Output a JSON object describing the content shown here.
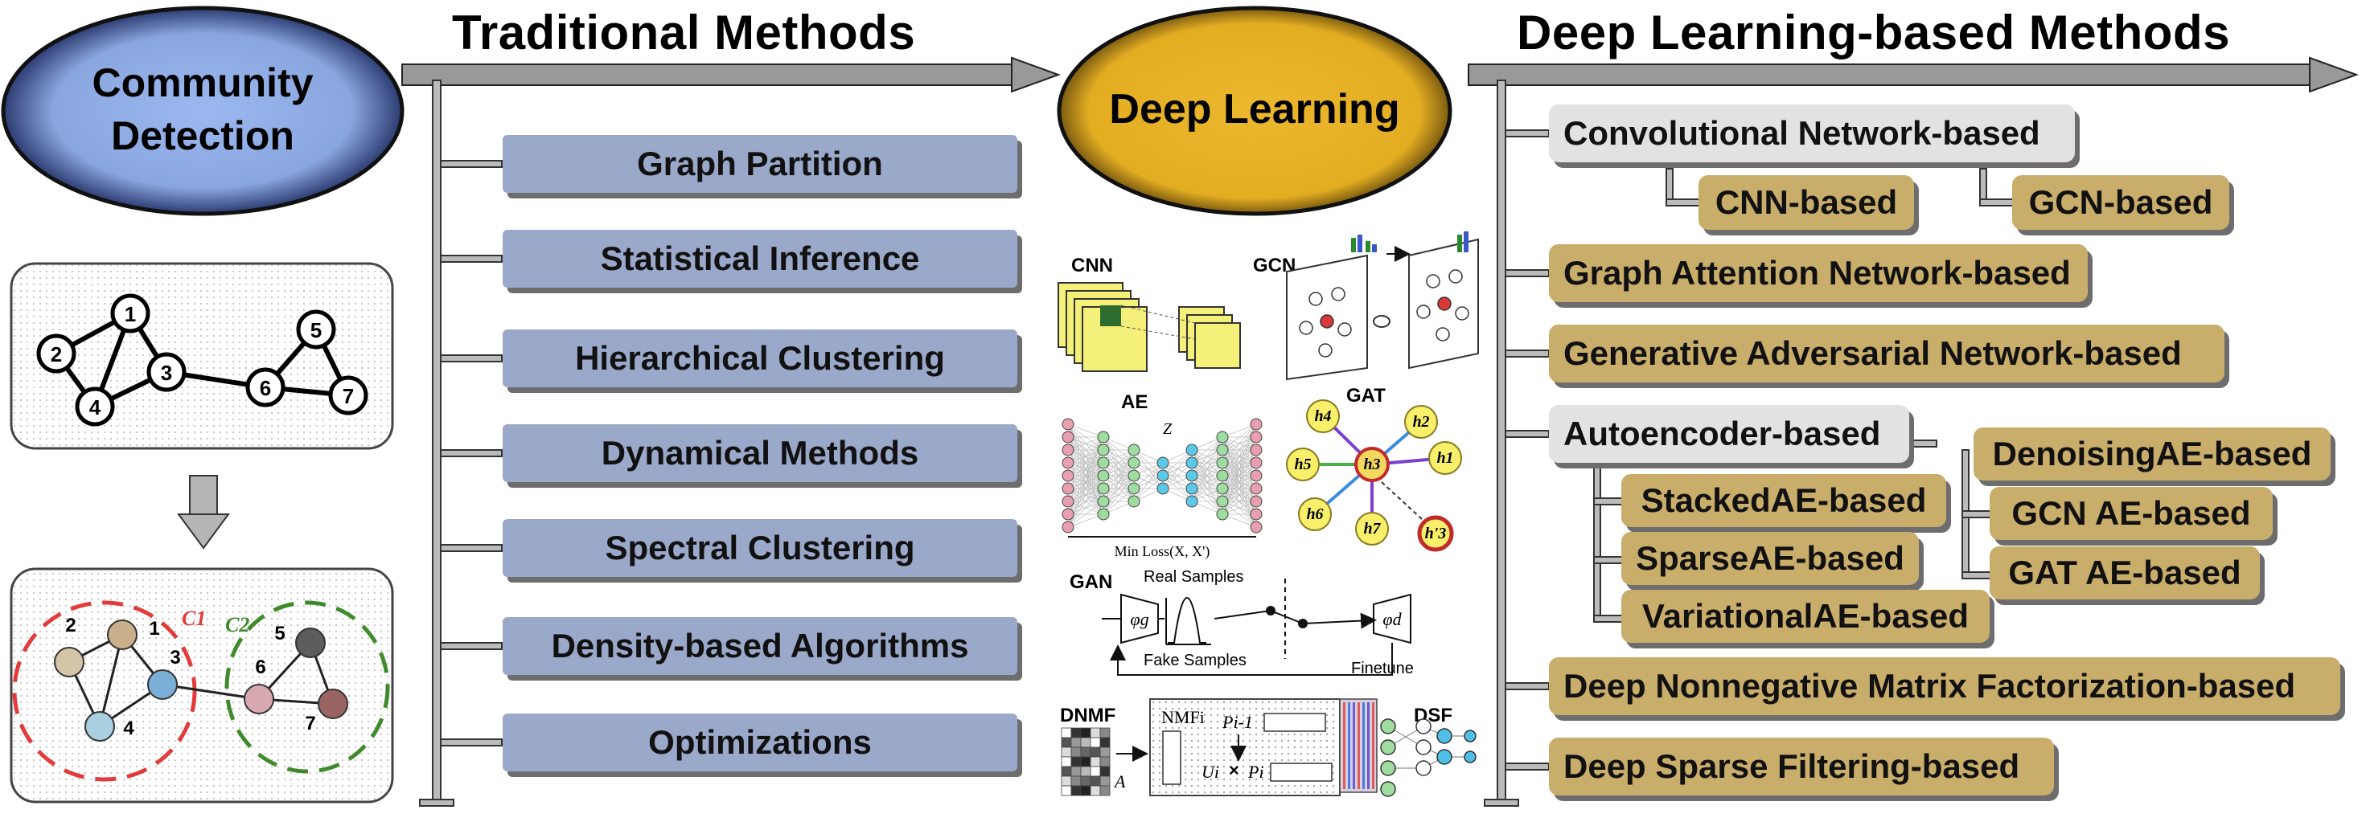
{
  "titles": {
    "traditional": "Traditional Methods",
    "deep_learning_based": "Deep Learning-based Methods"
  },
  "ovals": {
    "community_detection_line1": "Community",
    "community_detection_line2": "Detection",
    "deep_learning": "Deep Learning"
  },
  "traditional_methods": [
    "Graph Partition",
    "Statistical Inference",
    "Hierarchical Clustering",
    "Dynamical Methods",
    "Spectral Clustering",
    "Density-based Algorithms",
    "Optimizations"
  ],
  "dl_methods": {
    "conv": "Convolutional Network-based",
    "cnn": "CNN-based",
    "gcn": "GCN-based",
    "gat": "Graph Attention Network-based",
    "gan": "Generative Adversarial Network-based",
    "ae": "Autoencoder-based",
    "stacked": "StackedAE-based",
    "sparse": "SparseAE-based",
    "variational": "VariationalAE-based",
    "denoising": "DenoisingAE-based",
    "gcnae": "GCN AE-based",
    "gatae": "GAT AE-based",
    "dnmf": "Deep Nonnegative Matrix Factorization-based",
    "dsf": "Deep Sparse Filtering-based"
  },
  "graph": {
    "nodes": [
      "1",
      "2",
      "3",
      "4",
      "5",
      "6",
      "7"
    ],
    "communities": [
      "C1",
      "C2"
    ]
  },
  "illustrations": {
    "cnn": "CNN",
    "gcn": "GCN",
    "ae": "AE",
    "ae_z": "Z",
    "ae_loss": "Min Loss(X, X')",
    "gat": "GAT",
    "gat_nodes": [
      "h4",
      "h2",
      "h5",
      "h3",
      "h1",
      "h6",
      "h7",
      "h'3"
    ],
    "gan": "GAN",
    "gan_real": "Real Samples",
    "gan_fake": "Fake Samples",
    "gan_finetune": "Finetune",
    "gan_g": "φg",
    "gan_d": "φd",
    "dnmf": "DNMF",
    "dnmf_a": "A",
    "dnmf_nmf": "NMFi",
    "dnmf_pi1": "Pi-1",
    "dnmf_ui": "Ui",
    "dnmf_times": "×",
    "dnmf_pi": "Pi",
    "dsf": "DSF"
  },
  "colors": {
    "community_oval": "#93aee6",
    "deep_learning_oval": "#e8b42c",
    "traditional_box": "#9aa8c9",
    "dl_box": "#c9ad6b",
    "category_box": "#e2e2e2",
    "community1": "#e23b3b",
    "community2": "#3f8b2b"
  }
}
